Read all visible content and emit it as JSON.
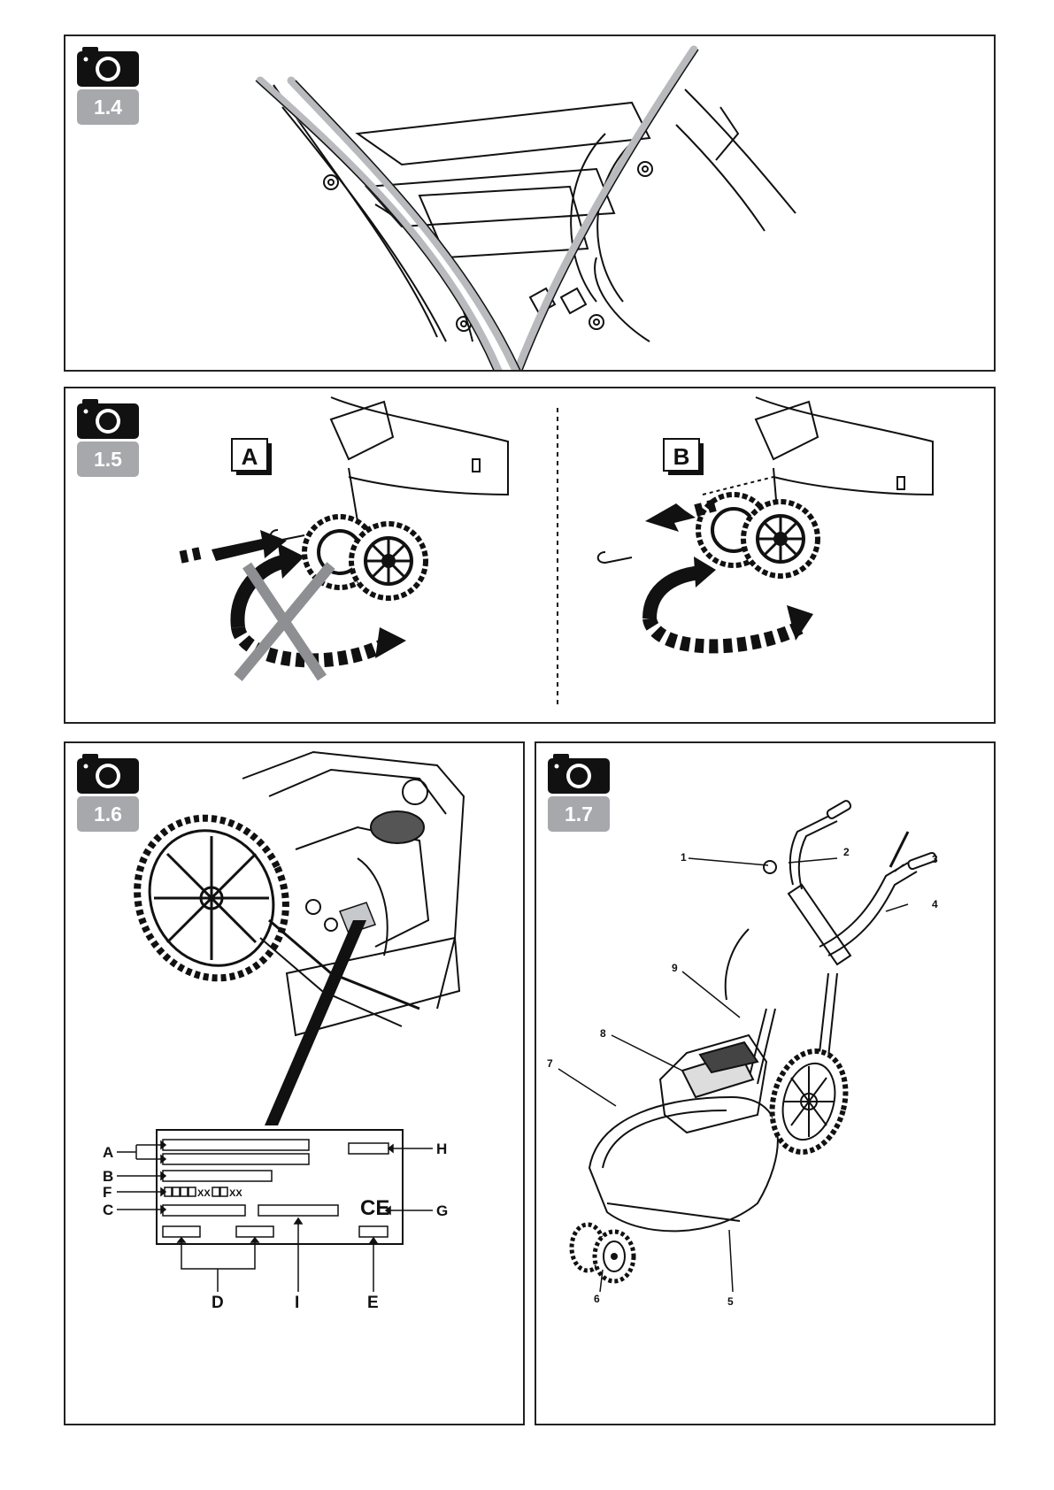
{
  "figures": {
    "fig14": {
      "number": "1.4"
    },
    "fig15": {
      "number": "1.5",
      "variant_a": "A",
      "variant_b": "B"
    },
    "fig16": {
      "number": "1.6",
      "plate_labels": [
        "A",
        "B",
        "F",
        "C",
        "D",
        "I",
        "E",
        "G",
        "H"
      ],
      "serial_code_parts": [
        "XX",
        "XX"
      ],
      "ce_mark": "CE"
    },
    "fig17": {
      "number": "1.7",
      "callouts": [
        "1",
        "2",
        "3",
        "4",
        "5",
        "6",
        "7",
        "8",
        "9"
      ]
    }
  },
  "colors": {
    "badge_gray": "#a7a8ac",
    "line": "#111111",
    "cable_gray": "#b9babd",
    "cross_gray": "#8e8f92"
  },
  "icons": [
    "camera-icon"
  ]
}
